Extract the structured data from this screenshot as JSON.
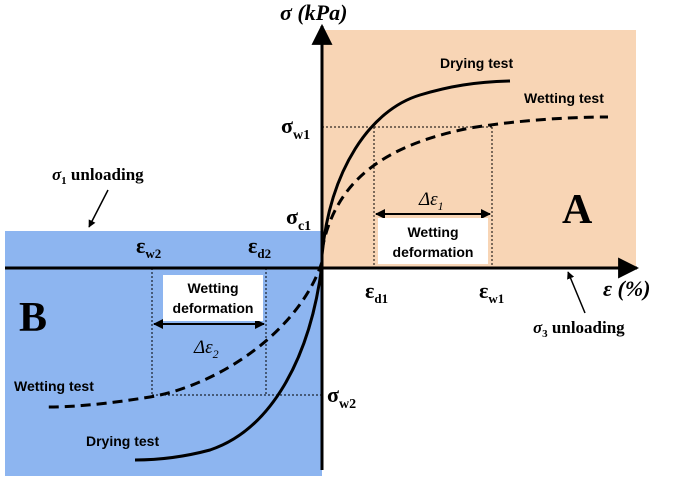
{
  "colors": {
    "region_a": "#F8D5B5",
    "region_b": "#8DB5F0",
    "axis": "#000000"
  },
  "axes": {
    "y_label": "σ (kPa)",
    "x_label": "ε (%)"
  },
  "regions": {
    "a_label": "A",
    "b_label": "B"
  },
  "curves": {
    "drying_test_upper": "Drying test",
    "wetting_test_upper": "Wetting test",
    "wetting_test_lower": "Wetting test",
    "drying_test_lower": "Drying test"
  },
  "stress_labels": {
    "sigma_w1": {
      "base": "σ",
      "sub": "w1"
    },
    "sigma_c1": {
      "base": "σ",
      "sub": "c1"
    },
    "sigma_w2": {
      "base": "σ",
      "sub": "w2"
    }
  },
  "strain_labels": {
    "eps_d1": {
      "base": "ε",
      "sub": "d1"
    },
    "eps_w1": {
      "base": "ε",
      "sub": "w1"
    },
    "eps_w2": {
      "base": "ε",
      "sub": "w2"
    },
    "eps_d2": {
      "base": "ε",
      "sub": "d2"
    }
  },
  "deltas": {
    "delta_eps_1": {
      "base": "Δε",
      "sub": "1"
    },
    "delta_eps_2": {
      "base": "Δε",
      "sub": "2"
    }
  },
  "annotations": {
    "wetting_deformation_upper": [
      "Wetting",
      "deformation"
    ],
    "wetting_deformation_lower": [
      "Wetting",
      "deformation"
    ],
    "sigma1_unloading": {
      "base": "σ",
      "sub": "1",
      "text": " unloading"
    },
    "sigma3_unloading": {
      "base": "σ",
      "sub": "3",
      "text": " unloading"
    }
  }
}
